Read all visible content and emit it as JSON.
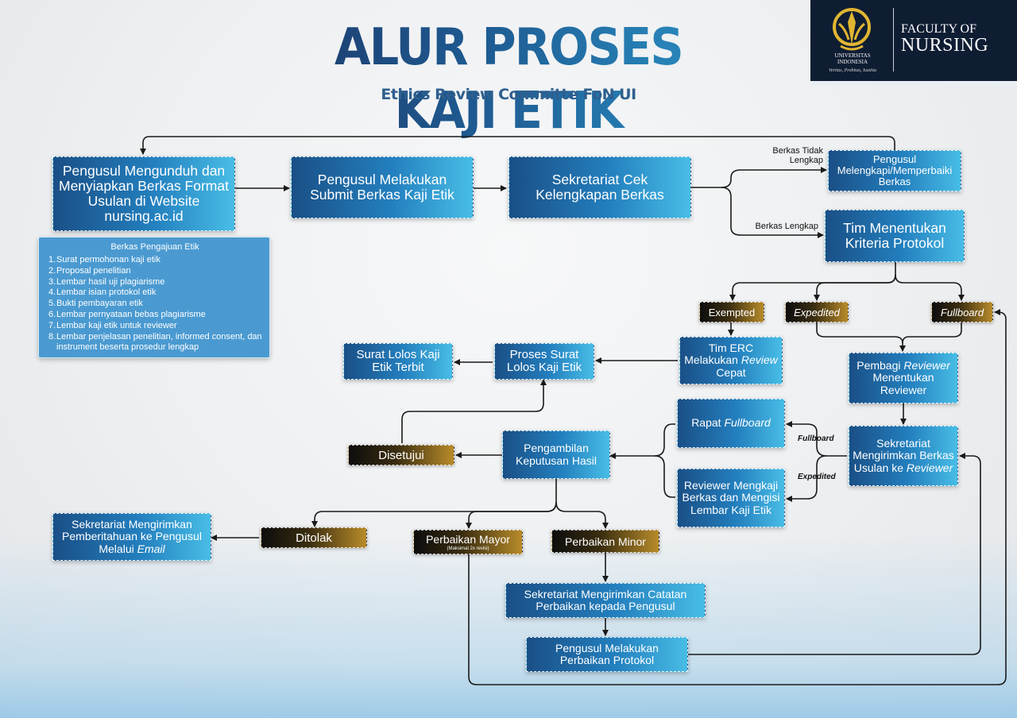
{
  "header": {
    "title": "ALUR PROSES KAJI ETIK",
    "subtitle": "Ethics Review Committe FoN UI"
  },
  "logo": {
    "university": "UNIVERSITAS INDONESIA",
    "motto": "Veritas, Probitas, Iustitia",
    "faculty_line1": "FACULTY OF",
    "faculty_line2": "NURSING"
  },
  "colors": {
    "box_gradient": [
      "#1a4f86",
      "#237fbe",
      "#48bde6"
    ],
    "tag_gradient": [
      "#0d0d0d",
      "#3a2d10",
      "#b88b2a"
    ],
    "connector": "#1a1a1a",
    "logo_bg": "#0f1d33"
  },
  "nodes": {
    "download": "Pengusul Mengunduh dan Menyiapkan Berkas Format Usulan di Website nursing.ac.id",
    "submit": "Pengusul Melakukan Submit Berkas Kaji Etik",
    "check": "Sekretariat Cek Kelengkapan Berkas",
    "complete_docs": "Pengusul Melengkapi/Memperbaiki Berkas",
    "criteria": "Tim Menentukan Kriteria Protokol",
    "tim_erc": {
      "pre": "Tim ERC Melakukan ",
      "em": "Review",
      "post": " Cepat"
    },
    "pembagi": {
      "pre": "Pembagi ",
      "em": "Reviewer",
      "post": " Menentukan Reviewer"
    },
    "sekretariat_send": {
      "pre": "Sekretariat Mengirimkan Berkas Usulan ke ",
      "em": "Reviewer",
      "post": ""
    },
    "rapat": {
      "pre": "Rapat ",
      "em": "Fullboard",
      "post": ""
    },
    "reviewer_mengkaji": "Reviewer Mengkaji Berkas dan Mengisi Lembar Kaji Etik",
    "proses_surat": "Proses Surat Lolos Kaji Etik",
    "surat_terbit": "Surat Lolos Kaji Etik Terbit",
    "keputusan": "Pengambilan Keputusan Hasil",
    "notif": {
      "pre": "Sekretariat Mengirimkan Pemberitahuan ke Pengusul Melalui ",
      "em": "Email",
      "post": ""
    },
    "catatan": "Sekretariat Mengirimkan Catatan Perbaikan kepada Pengusul",
    "perbaikan_protokol": "Pengusul Melakukan Perbaikan Protokol"
  },
  "tags": {
    "exempted": "Exempted",
    "expedited": "Expedited",
    "fullboard": "Fullboard",
    "disetujui": "Disetujui",
    "ditolak": "Ditolak",
    "mayor": "Perbaikan Mayor",
    "mayor_note": "(Maksimal 2x revisi)",
    "minor": "Perbaikan Minor"
  },
  "labels": {
    "tidak_lengkap": "Berkas Tidak Lengkap",
    "lengkap": "Berkas Lengkap",
    "fullboard": "Fullboard",
    "expedited": "Expedited"
  },
  "docs": {
    "title": "Berkas Pengajuan Etik",
    "items": [
      "Surat permohonan kaji etik",
      "Proposal penelitian",
      "Lembar hasil uji plagiarisme",
      "Lembar isian protokol etik",
      "Bukti pembayaran etik",
      "Lembar pernyataan bebas plagiarisme",
      "Lembar kaji etik untuk reviewer",
      "Lembar penjelasan penelitian, informed consent, dan instrument beserta prosedur lengkap"
    ]
  }
}
